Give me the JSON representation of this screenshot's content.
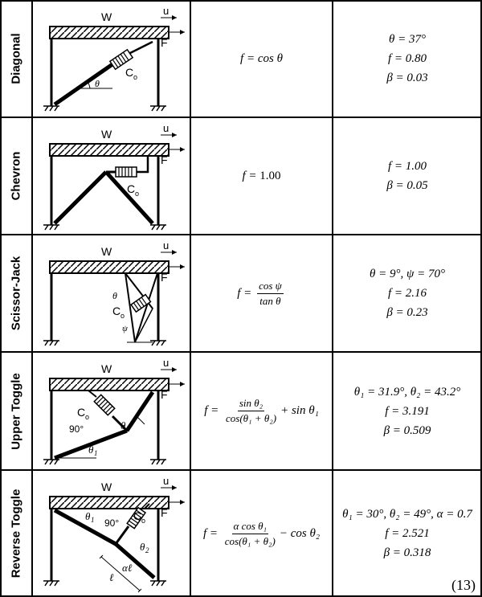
{
  "rows": [
    {
      "label": "Diagonal",
      "fig": {
        "w": "W",
        "u": "u",
        "f": "F",
        "c": "C",
        "c_sub": "o",
        "ang1": "θ"
      },
      "formula": {
        "type": "simple",
        "lhs": "f = ",
        "rhs": "cos θ"
      },
      "values": [
        "θ = 37°",
        "f = 0.80",
        "β = 0.03"
      ]
    },
    {
      "label": "Chevron",
      "fig": {
        "w": "W",
        "u": "u",
        "f": "F",
        "c": "C",
        "c_sub": "o"
      },
      "formula": {
        "type": "simple",
        "lhs": "f = ",
        "rhs": "1.00"
      },
      "values": [
        "f = 1.00",
        "β = 0.05"
      ]
    },
    {
      "label": "Scissor-Jack",
      "fig": {
        "w": "W",
        "u": "u",
        "f": "F",
        "c": "C",
        "c_sub": "o",
        "ang1": "θ",
        "ang2": "ψ"
      },
      "formula": {
        "type": "frac",
        "lhs": "f = ",
        "num": "cos ψ",
        "den": "tan θ"
      },
      "values": [
        "θ = 9°, ψ = 70°",
        "f = 2.16",
        "β = 0.23"
      ]
    },
    {
      "label": "Upper Toggle",
      "fig": {
        "w": "W",
        "u": "u",
        "f": "F",
        "c": "C",
        "c_sub": "o",
        "deg": "90°",
        "ang1": "θ",
        "ang1_sub": "1",
        "ang2": "θ",
        "ang2_sub": "2"
      },
      "formula": {
        "type": "frac",
        "lhs": "f = ",
        "num": "sin θ₂",
        "den": "cos(θ₁ + θ₂)",
        "tail": "+ sin θ₁"
      },
      "values": [
        "θ₁ = 31.9°, θ₂ = 43.2°",
        "f = 3.191",
        "β = 0.509"
      ]
    },
    {
      "label": "Reverse Toggle",
      "fig": {
        "w": "W",
        "u": "u",
        "f": "F",
        "c": "C",
        "c_sub": "o",
        "deg": "90°",
        "ang1": "θ",
        "ang1_sub": "1",
        "ang2": "θ",
        "ang2_sub": "2",
        "len1": "αℓ",
        "len2": "ℓ"
      },
      "formula": {
        "type": "frac",
        "lhs": "f = ",
        "num": "α cos θ₁",
        "den": "cos(θ₁ + θ₂)",
        "tail": "− cos θ₂"
      },
      "values": [
        "θ₁ = 30°, θ₂ = 49°, α = 0.7",
        "f = 2.521",
        "β = 0.318"
      ]
    }
  ],
  "equation_number": "(13)"
}
